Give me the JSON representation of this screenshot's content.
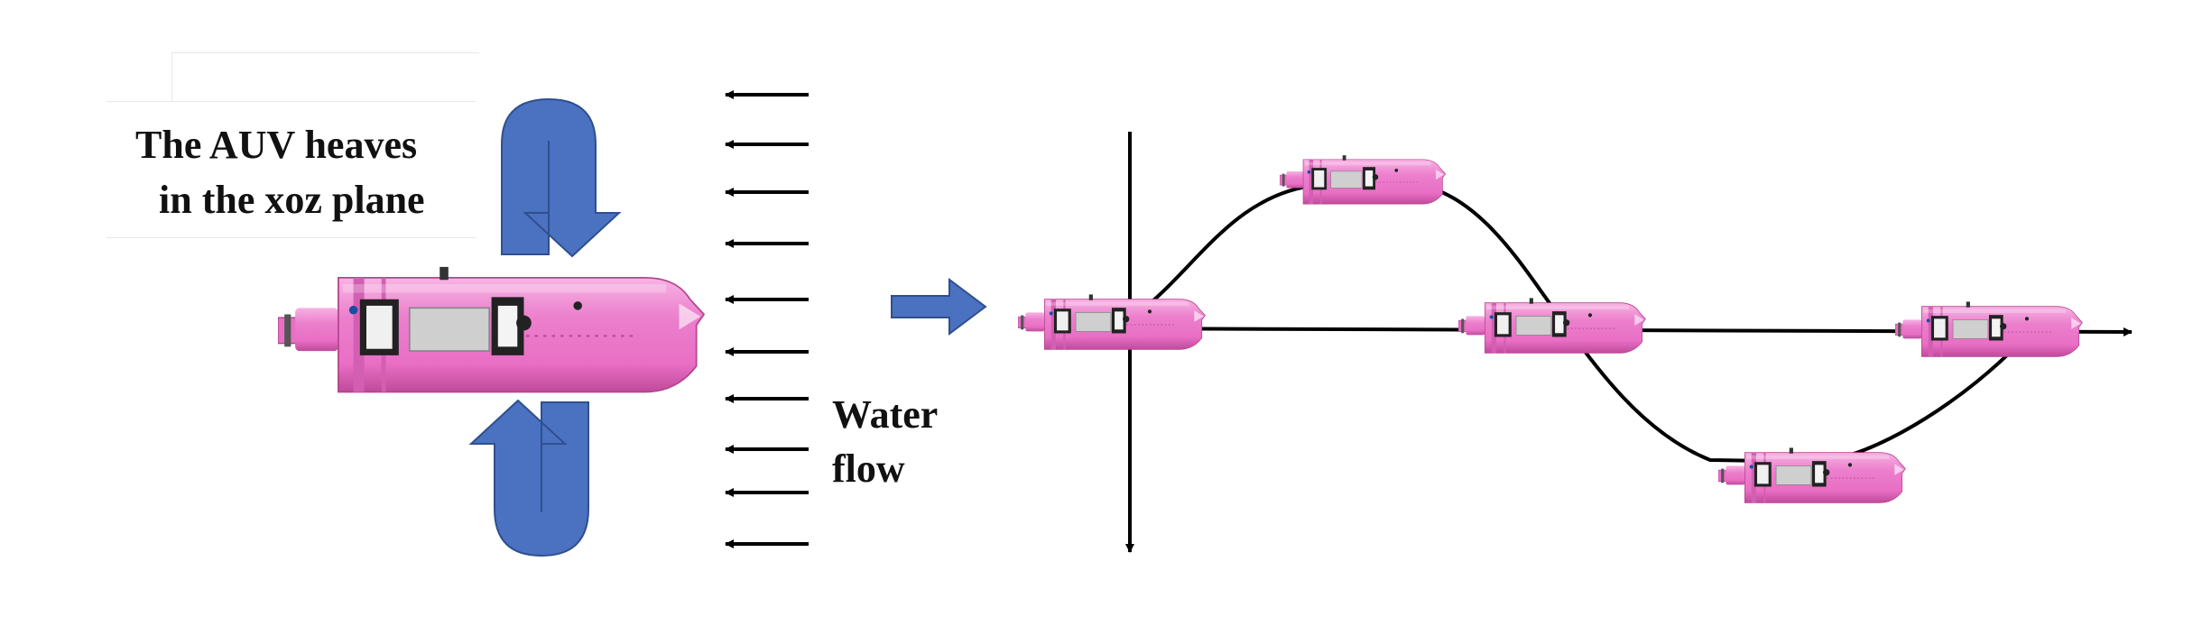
{
  "annotation": {
    "line1": "The AUV heaves",
    "line2": "in the xoz plane"
  },
  "flow_label": {
    "line1": "Water",
    "line2": "flow"
  },
  "colors": {
    "vehicle_body": "#e96fc4",
    "vehicle_highlight": "#f7b3e3",
    "vehicle_dark": "#c04a9c",
    "motion_arrow": "#4a72c0",
    "motion_arrow_edge": "#2f4f8f",
    "stroke": "#000000"
  },
  "icons": {
    "heave_up_arrow": "u-turn-arrow-up-icon",
    "heave_down_arrow": "u-turn-arrow-down-icon",
    "transition_arrow": "block-arrow-right-icon",
    "flow_arrows": "arrow-left-icon",
    "vehicle": "auv-vehicle-icon"
  }
}
